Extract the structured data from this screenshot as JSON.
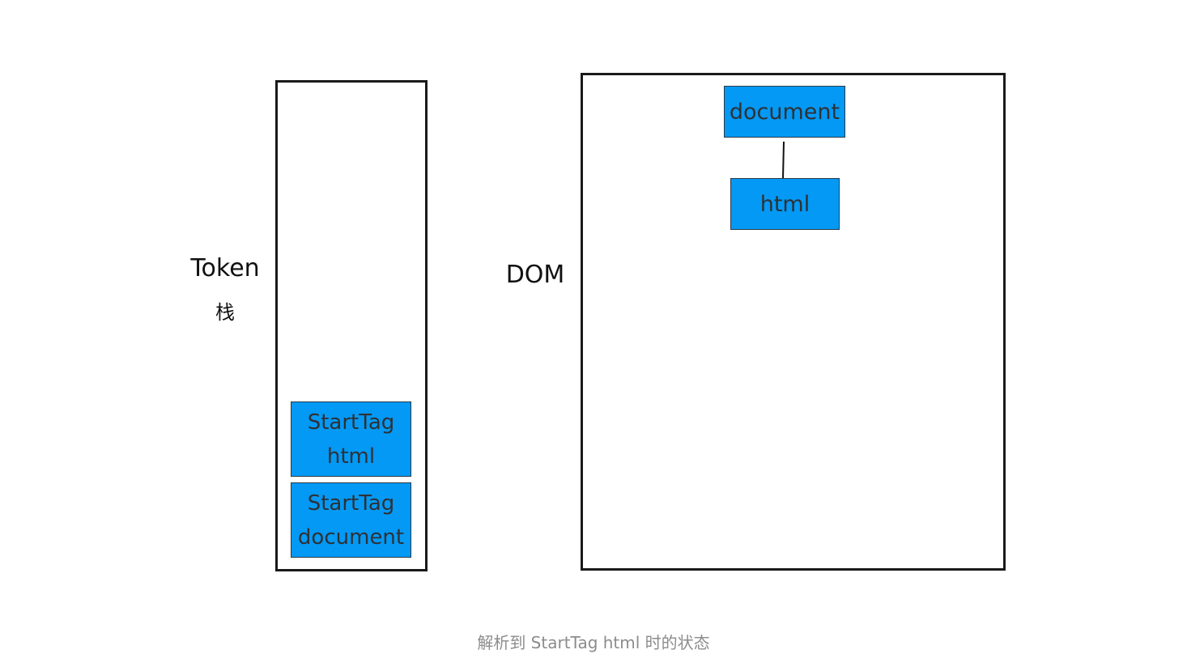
{
  "token_stack": {
    "label": "Token",
    "label_suffix": "栈",
    "items": [
      {
        "line1": "StartTag",
        "line2": "html"
      },
      {
        "line1": "StartTag",
        "line2": "document"
      }
    ]
  },
  "dom": {
    "label": "DOM",
    "nodes": {
      "root": "document",
      "child": "html"
    }
  },
  "caption": "解析到 StartTag html 时的状态",
  "colors": {
    "node_fill": "#0399f4",
    "node_text": "#2f3136",
    "frame_stroke": "#1a1a1a",
    "caption_text": "#8c8c8c"
  }
}
